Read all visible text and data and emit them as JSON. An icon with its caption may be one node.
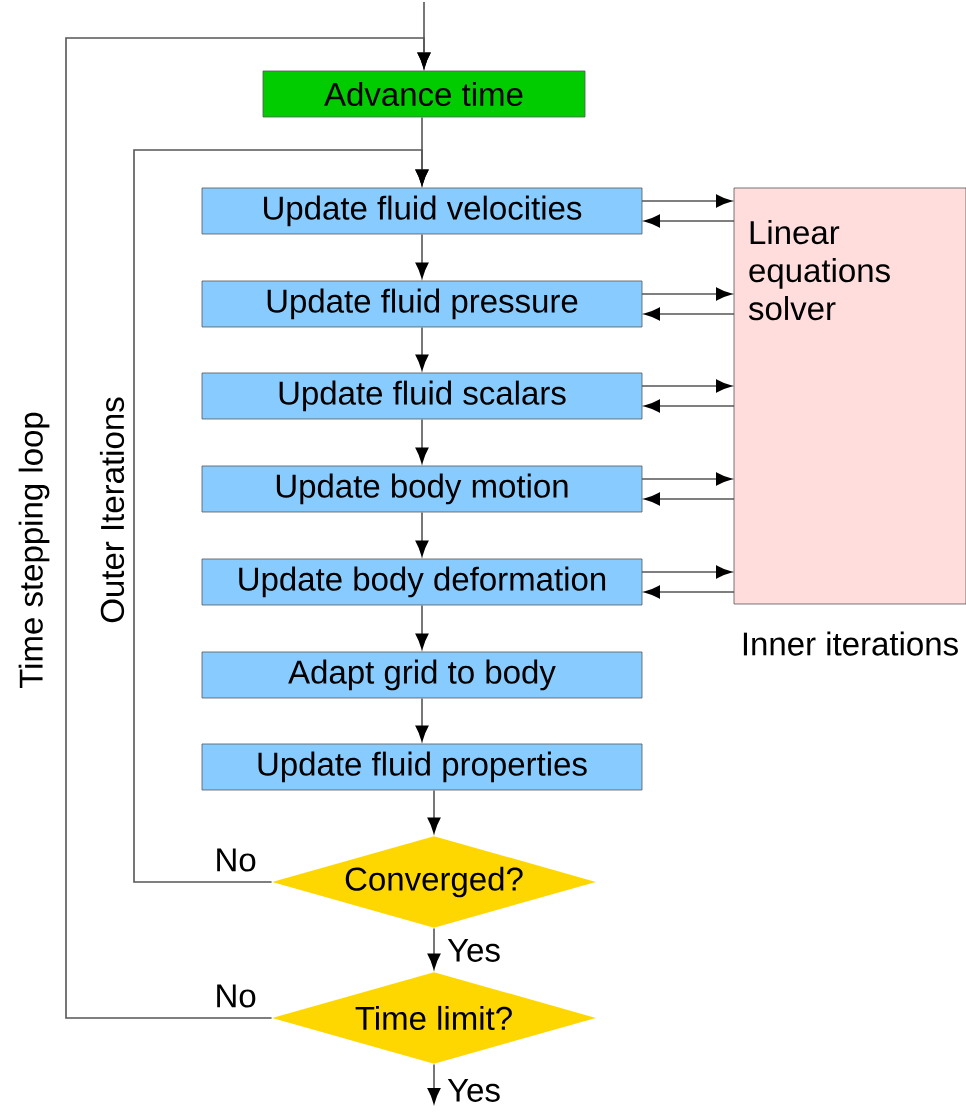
{
  "diagram": {
    "nodes": [
      {
        "text": [
          "Advance time"
        ]
      },
      {
        "text": [
          "Update fluid velocities"
        ]
      },
      {
        "text": [
          "Update fluid pressure"
        ]
      },
      {
        "text": [
          "Update fluid scalars"
        ]
      },
      {
        "text": [
          "Update body motion"
        ]
      },
      {
        "text": [
          "Update body deformation"
        ]
      },
      {
        "text": [
          "Adapt grid to body"
        ]
      },
      {
        "text": [
          "Update fluid properties"
        ]
      },
      {
        "text": [
          "Converged?"
        ]
      },
      {
        "text": [
          "Time limit?"
        ]
      },
      {
        "text": [
          "Linear equations solver"
        ],
        "beside": [
          "Inner iterations"
        ]
      }
    ],
    "edges": [
      {
        "from": null,
        "to": 0,
        "arrow": "to"
      },
      {
        "from": 0,
        "to": 1,
        "arrow": "to"
      },
      {
        "from": 1,
        "to": 2,
        "arrow": "to"
      },
      {
        "from": 2,
        "to": 3,
        "arrow": "to"
      },
      {
        "from": 3,
        "to": 4,
        "arrow": "to"
      },
      {
        "from": 4,
        "to": 5,
        "arrow": "to"
      },
      {
        "from": 5,
        "to": 6,
        "arrow": "to"
      },
      {
        "from": 6,
        "to": 7,
        "arrow": "to"
      },
      {
        "from": 7,
        "to": 8,
        "arrow": "to"
      },
      {
        "from": 8,
        "to": 9,
        "arrow": "to",
        "label": "Yes"
      },
      {
        "from": 8,
        "to": 1,
        "arrow": "to",
        "label": "No"
      },
      {
        "from": 9,
        "to": 0,
        "arrow": "to",
        "label": "No"
      },
      {
        "from": 9,
        "to": null,
        "arrow": "to",
        "label": "Yes"
      },
      {
        "from": 1,
        "to": 10,
        "arrow": "to"
      },
      {
        "from": 10,
        "to": 1,
        "arrow": "to"
      },
      {
        "from": 2,
        "to": 10,
        "arrow": "to"
      },
      {
        "from": 10,
        "to": 2,
        "arrow": "to"
      },
      {
        "from": 3,
        "to": 10,
        "arrow": "to"
      },
      {
        "from": 10,
        "to": 3,
        "arrow": "to"
      },
      {
        "from": 4,
        "to": 10,
        "arrow": "to"
      },
      {
        "from": 10,
        "to": 4,
        "arrow": "to"
      },
      {
        "from": 5,
        "to": 10,
        "arrow": "to"
      },
      {
        "from": 10,
        "to": 5,
        "arrow": "to"
      }
    ],
    "labels": [
      "Time stepping loop",
      "Outer Iterations"
    ]
  }
}
